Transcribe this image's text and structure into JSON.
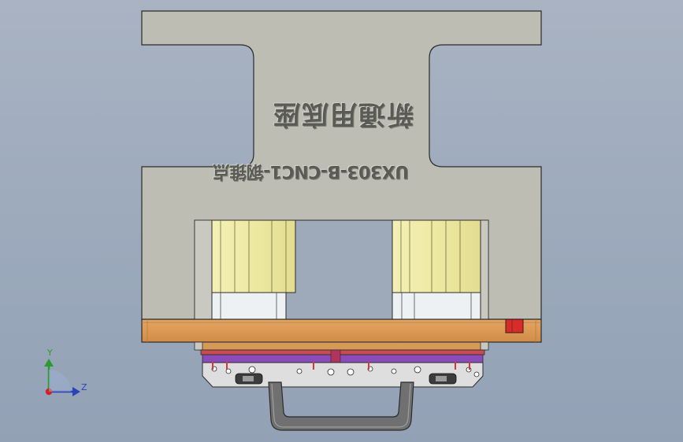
{
  "app": {
    "background": "gradient"
  },
  "model": {
    "engraving_line1": "新通用底座",
    "engraving_line2": "UX303-B-CNC1-钢锥点",
    "colors": {
      "base_plate": "#bdbdb3",
      "cylinder": "#f1eda6",
      "copper_plate": "#dd9a55",
      "red_block": "#d62c2a",
      "fixture": "#d9d9d9",
      "handle": "#6f6f6f"
    }
  },
  "triad": {
    "y_label": "Y",
    "z_label": "Z",
    "y_color": "#2d9a2d",
    "z_color": "#2c43b8",
    "x_color": "#d32020"
  }
}
